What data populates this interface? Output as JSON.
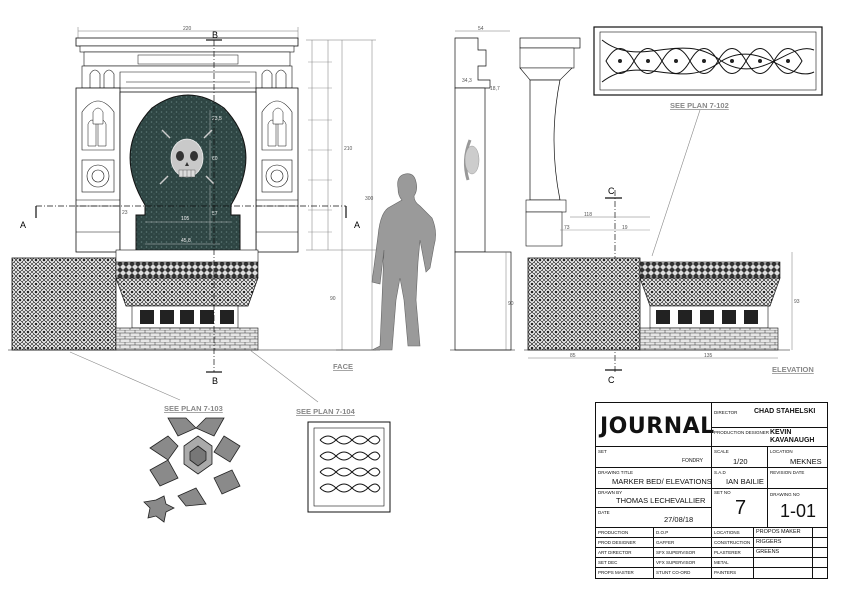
{
  "labels": {
    "face": "FACE",
    "elevation": "ELEVATION",
    "see_plan_102": "SEE PLAN 7-102",
    "see_plan_103": "SEE PLAN 7-103",
    "see_plan_104": "SEE PLAN 7-104",
    "section_b": "B",
    "section_a": "A",
    "section_c": "C"
  },
  "dimensions": {
    "width_top": "220",
    "depth_top": "54",
    "d_34_3": "34,3",
    "d_18_7": "18,7",
    "d_23_5": "23,5",
    "d_60": "60",
    "d_57": "57",
    "d_105": "105",
    "d_45_8": "45,8",
    "d_23": "23",
    "d_210": "210",
    "d_300": "300",
    "d_90": "90",
    "d_118": "118",
    "d_73": "73",
    "d_19": "19",
    "d_85": "85",
    "d_135": "135",
    "d_93": "93"
  },
  "title_block": {
    "logo": "JOURNAL",
    "director_label": "DIRECTOR",
    "director": "CHAD STAHELSKI",
    "production_designer_label": "PRODUCTION DESIGNER",
    "production_designer": "KEVIN KAVANAUGH",
    "set_label": "SET",
    "set_value": "FONDRY",
    "scale_label": "SCALE",
    "scale_value": "1/20",
    "location_label": "LOCATION",
    "location_value": "MEKNES",
    "drawing_title_label": "DRAWING TITLE",
    "drawing_title": "MARKER BED/ ELEVATIONS",
    "sad_label": "S.A.D",
    "sad_value": "IAN BAILIE",
    "revision_label": "REVISION DATE",
    "drawn_by_label": "DRAWN BY",
    "drawn_by": "THOMAS LECHEVALLIER",
    "set_no_label": "SET NO",
    "set_no": "7",
    "drawing_no_label": "DRAWING NO",
    "drawing_no": "1-01",
    "date_label": "DATE",
    "date_value": "27/08/18",
    "roles": [
      [
        "PRODUCTION",
        "D.O.P",
        "LOCATIONS",
        "PROPOS MAKER"
      ],
      [
        "PROD DESIGNER",
        "GAFFER",
        "CONSTRUCTION",
        "RIGGERS"
      ],
      [
        "ART DIRECTOR",
        "SFX SUPERVISOR",
        "PLASTERER",
        "GREENS"
      ],
      [
        "SET DEC",
        "VFX SUPERVISOR",
        "METAL",
        ""
      ],
      [
        "PROPS MASTER",
        "STUNT CO-ORD",
        "PAINTERS",
        ""
      ]
    ]
  },
  "colors": {
    "ink": "#111111",
    "dim_line": "#777777",
    "panel": "#3b5553",
    "person": "#9a9a9a",
    "leader_label": "#888888"
  }
}
